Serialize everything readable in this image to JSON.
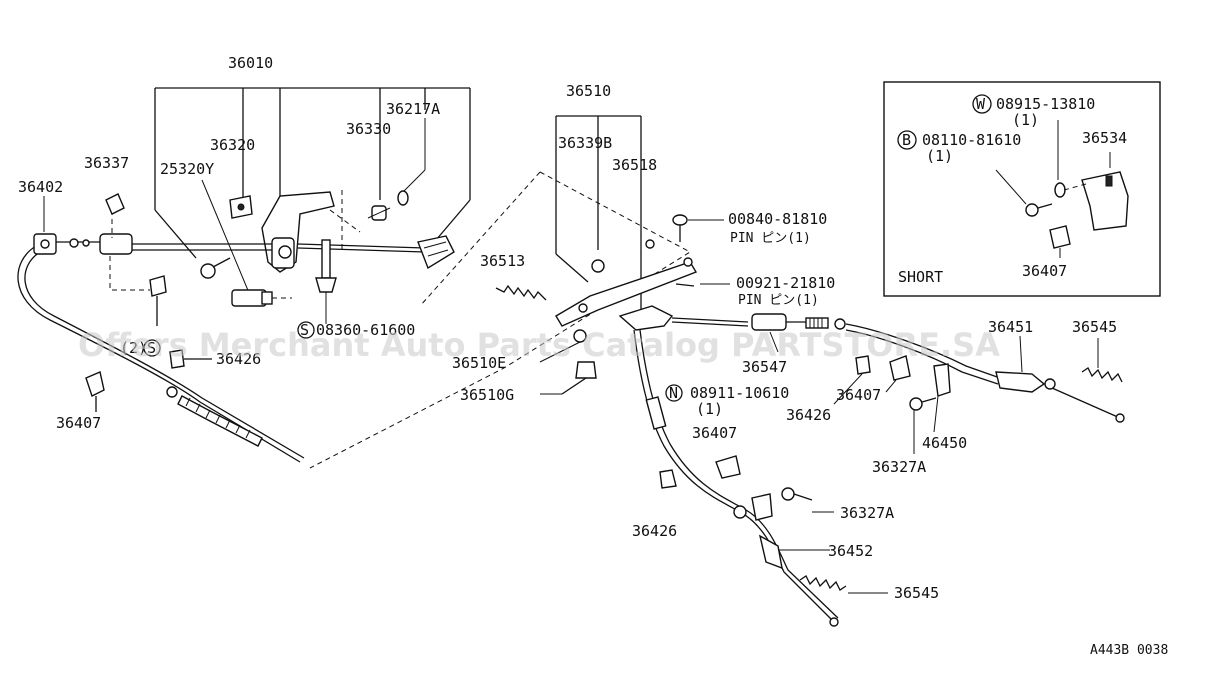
{
  "watermark": "Offers Merchant Auto Parts Catalog PARTSTORE.SA",
  "diagram_code": "A443B 0038",
  "labels": {
    "p36010": "36010",
    "p36217A": "36217A",
    "p36320": "36320",
    "p36330": "36330",
    "p36337": "36337",
    "p25320Y": "25320Y",
    "p36402": "36402",
    "p36407_left": "36407",
    "p36426_left": "36426",
    "p08360": "08360-61600",
    "p08360_qty": "(2)",
    "p08360_prefix": "S",
    "p36510": "36510",
    "p36339B": "36339B",
    "p36518": "36518",
    "p36513": "36513",
    "p36510E": "36510E",
    "p36510G": "36510G",
    "p00840": "00840-81810",
    "p00840_note": "PIN ピン(1)",
    "p00921": "00921-21810",
    "p00921_note": "PIN ピン(1)",
    "p36547": "36547",
    "p08911": "08911-10610",
    "p08911_qty": "(1)",
    "p08911_prefix": "N",
    "p36407_mid": "36407",
    "p36426_mid": "36426",
    "p36327A_mid": "36327A",
    "p36452": "36452",
    "p36545_bottom": "36545",
    "p36407_right": "36407",
    "p36426_right": "36426",
    "p46450": "46450",
    "p36327A_right": "36327A",
    "p36451": "36451",
    "p36545_right": "36545"
  },
  "inset": {
    "title": "SHORT",
    "w_part": "08915-13810",
    "w_qty": "(1)",
    "w_prefix": "W",
    "b_part": "08110-81610",
    "b_qty": "(1)",
    "b_prefix": "B",
    "bracket": "36534",
    "clip": "36407"
  }
}
